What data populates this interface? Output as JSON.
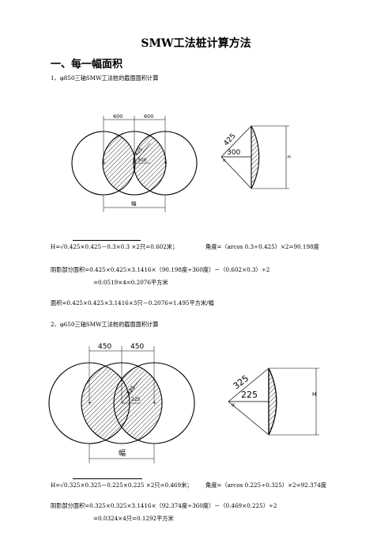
{
  "doc": {
    "title": "SMW工法桩计算方法",
    "section1_heading": "一、每一幅面积",
    "item1": {
      "heading": "1、φ850三轴SMW工法桩的截面面积计算",
      "fig_dim_left": "600",
      "fig_dim_right": "600",
      "fig_dim_slant": "425",
      "fig_dim_center": "300",
      "fig_width_label": "幅",
      "fig2_radius": "425",
      "fig2_half": "300",
      "fig2_angle": "α",
      "fig2_height": "H",
      "formula_h": "H=√0.425×0.425－0.3×0.3 ×2只=0.602米；",
      "formula_angle": "角度=（arcos 0.3÷0.425）×2=90.198度",
      "shade_line1": "阴影部分面积=0.425×0.425×3.1416×（90.198度÷360度）－（0.602×0.3）÷2",
      "shade_line2": "=0.0519×4=0.2076平方米",
      "area_line": "面积=0.425×0.425×3.1416×3只－0.2076=1.495平方米/幅"
    },
    "item2": {
      "heading": "2、φ650三轴SMW工法桩的截面面积计算",
      "fig_dim_left": "450",
      "fig_dim_right": "450",
      "fig_dim_slant": "325",
      "fig_dim_center": "225",
      "fig_width_label": "幅",
      "fig2_radius": "325",
      "fig2_half": "225",
      "fig2_angle": "α",
      "fig2_height": "H",
      "formula_h": "H=√0.325×0.325－0.225×0.225 ×2只=0.469米；",
      "formula_angle": "角度=（arcos 0.225÷0.325）×2=92.374度",
      "shade_line1": "阴影部分面积=0.325×0.325×3.1416×（92.374度÷360度）－（0.469×0.225）÷2",
      "shade_line2": "=0.0324×4只=0.1292平方米"
    }
  }
}
